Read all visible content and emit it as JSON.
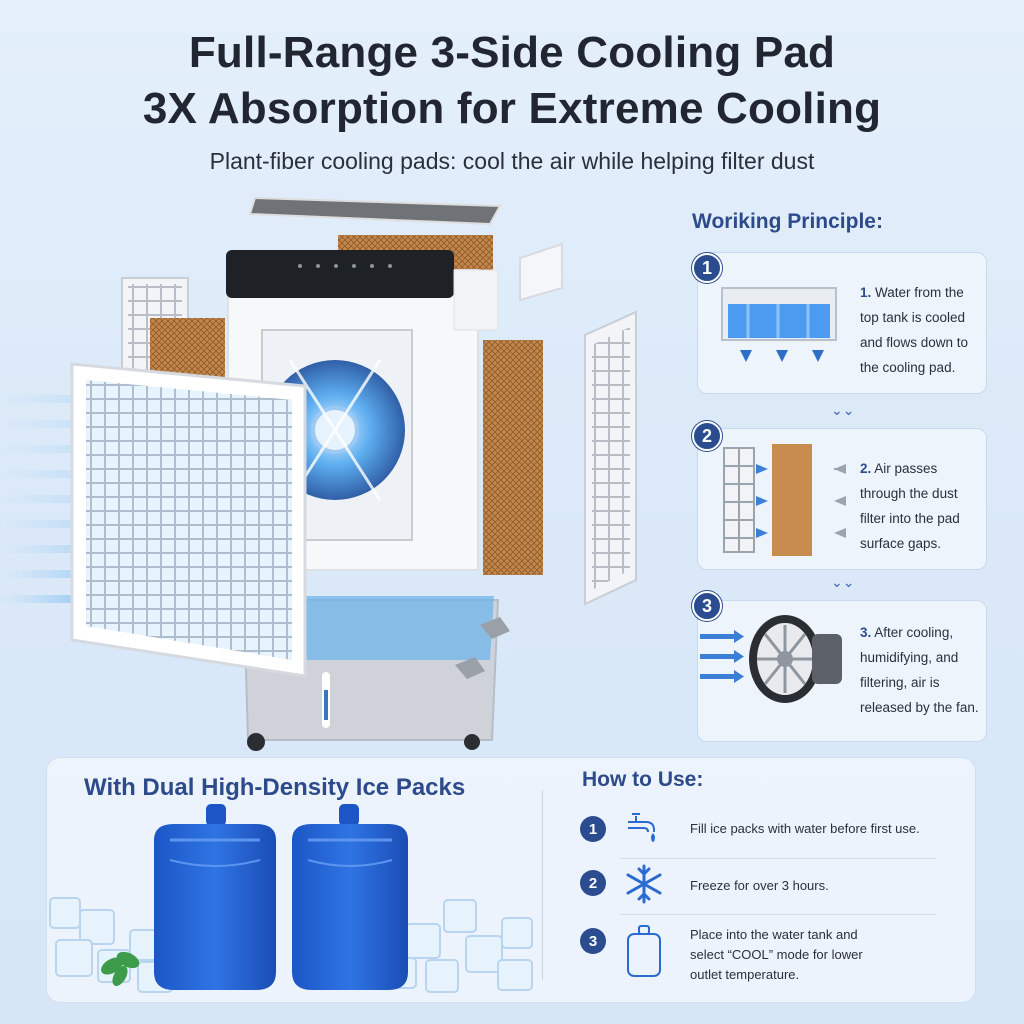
{
  "header": {
    "title_line1": "Full-Range 3-Side Cooling Pad",
    "title_line2": "3X Absorption for Extreme Cooling",
    "subtitle": "Plant-fiber cooling pads: cool the air while helping filter dust"
  },
  "principle": {
    "title": "Woriking Principle:",
    "steps": [
      {
        "num": "1",
        "lead": "1.",
        "text": "Water from the top tank is cooled and flows down to the cooling pad.",
        "icon": "water-tank-icon"
      },
      {
        "num": "2",
        "lead": "2.",
        "text": "Air passes through the dust filter into the pad surface gaps.",
        "icon": "filter-pad-icon"
      },
      {
        "num": "3",
        "lead": "3.",
        "text": "After cooling, humidifying, and filtering, air is released by the fan.",
        "icon": "fan-icon"
      }
    ],
    "chevron": "⌄⌄"
  },
  "ice": {
    "title": "With Dual High-Density Ice Packs"
  },
  "howto": {
    "title": "How to Use:",
    "steps": [
      {
        "num": "1",
        "text": "Fill ice packs with water before first use.",
        "icon": "faucet-icon"
      },
      {
        "num": "2",
        "text": "Freeze for over 3 hours.",
        "icon": "snowflake-icon"
      },
      {
        "num": "3",
        "text": "Place into the water tank and select “COOL” mode for lower outlet temperature.",
        "icon": "ice-pack-icon"
      }
    ]
  },
  "colors": {
    "accent": "#2b4c8f",
    "pad": "#c98c4f",
    "ice_blue": "#1f5fd0"
  }
}
